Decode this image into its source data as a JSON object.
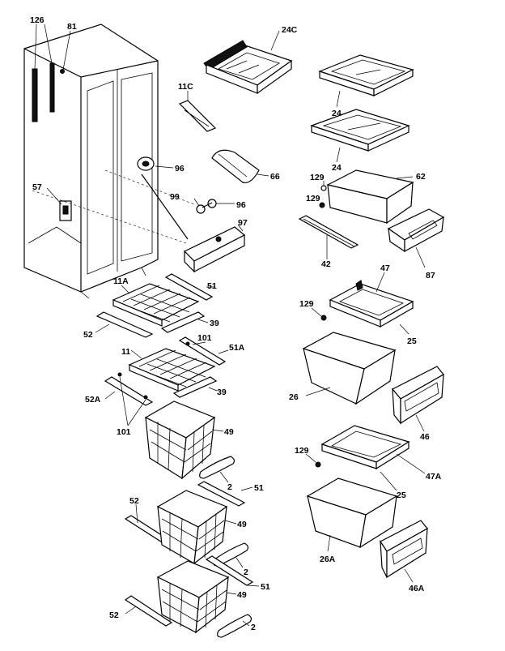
{
  "labels": {
    "l126": "126",
    "l81": "81",
    "l24c": "24C",
    "l11c": "11C",
    "l24a": "24",
    "l24b": "24",
    "l96a": "96",
    "l66": "66",
    "l129a": "129",
    "l62": "62",
    "l57": "57",
    "l99": "99",
    "l96b": "96",
    "l129b": "129",
    "l97": "97",
    "l42": "42",
    "l87": "87",
    "l11a": "11A",
    "l51a": "51",
    "l47": "47",
    "l129c": "129",
    "l52a": "52",
    "l39a": "39",
    "l101a": "101",
    "l25a": "25",
    "l11": "11",
    "l51b": "51A",
    "l26": "26",
    "l39b": "39",
    "l52b": "52A",
    "l46": "46",
    "l101b": "101",
    "l49a": "49",
    "l129d": "129",
    "l47a": "47A",
    "l2a": "2",
    "l25b": "25",
    "l51c": "51",
    "l52c": "52",
    "l49b": "49",
    "l26a": "26A",
    "l2b": "2",
    "l46a": "46A",
    "l51d": "51",
    "l49c": "49",
    "l52d": "52",
    "l2c": "2"
  }
}
